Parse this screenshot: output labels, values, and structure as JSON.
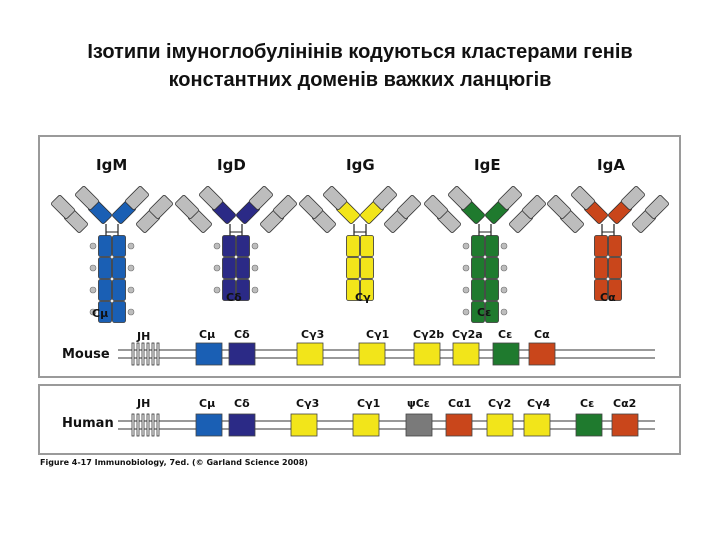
{
  "title_line1": "Ізотипи імуноглобулінінів кодуються кластерами генів",
  "title_line2": "константних доменів  важких ланцюгів",
  "antibodies": [
    {
      "label": "IgM",
      "constant": "Cμ",
      "color": "#1a5fb4"
    },
    {
      "label": "IgD",
      "constant": "Cδ",
      "color": "#2b2a86"
    },
    {
      "label": "IgG",
      "constant": "Cγ",
      "color": "#f2e51a"
    },
    {
      "label": "IgE",
      "constant": "Cε",
      "color": "#1f7a2e"
    },
    {
      "label": "IgA",
      "constant": "Cα",
      "color": "#c9461b"
    }
  ],
  "mouse": {
    "label": "Mouse",
    "jh": "JH",
    "genes": [
      {
        "label": "Cμ",
        "color": "#1a5fb4"
      },
      {
        "label": "Cδ",
        "color": "#2b2a86"
      },
      {
        "label": "Cγ3",
        "color": "#f2e51a"
      },
      {
        "label": "Cγ1",
        "color": "#f2e51a"
      },
      {
        "label": "Cγ2b",
        "color": "#f2e51a"
      },
      {
        "label": "Cγ2a",
        "color": "#f2e51a"
      },
      {
        "label": "Cε",
        "color": "#1f7a2e"
      },
      {
        "label": "Cα",
        "color": "#c9461b"
      }
    ]
  },
  "human": {
    "label": "Human",
    "jh": "JH",
    "genes": [
      {
        "label": "Cμ",
        "color": "#1a5fb4"
      },
      {
        "label": "Cδ",
        "color": "#2b2a86"
      },
      {
        "label": "Cγ3",
        "color": "#f2e51a"
      },
      {
        "label": "Cγ1",
        "color": "#f2e51a"
      },
      {
        "label": "ψCε",
        "color": "#7a7a7a"
      },
      {
        "label": "Cα1",
        "color": "#c9461b"
      },
      {
        "label": "Cγ2",
        "color": "#f2e51a"
      },
      {
        "label": "Cγ4",
        "color": "#f2e51a"
      },
      {
        "label": "Cε",
        "color": "#1f7a2e"
      },
      {
        "label": "Cα2",
        "color": "#c9461b"
      }
    ]
  },
  "caption": "Figure 4-17  Immunobiology, 7ed. (© Garland Science 2008)"
}
